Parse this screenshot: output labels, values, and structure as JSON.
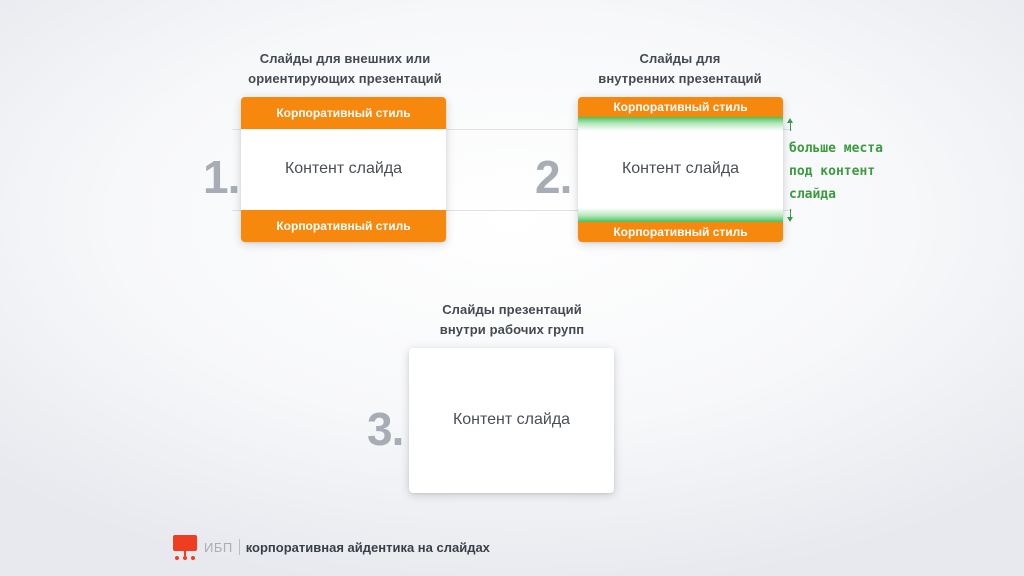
{
  "variants": [
    {
      "number": "1.",
      "caption": [
        "Слайды для внешних или",
        "ориентирующих презентаций"
      ],
      "top_band": "Корпоративный стиль",
      "content": "Контент слайда",
      "bottom_band": "Корпоративный стиль"
    },
    {
      "number": "2.",
      "caption": [
        "Слайды для",
        "внутренних презентаций"
      ],
      "top_band": "Корпоративный стиль",
      "content": "Контент слайда",
      "bottom_band": "Корпоративный стиль",
      "note": [
        "больше места",
        "под контент",
        "слайда"
      ]
    },
    {
      "number": "3.",
      "caption": [
        "Слайды презентаций",
        "внутри рабочих групп"
      ],
      "content": "Контент слайда"
    }
  ],
  "colors": {
    "corporate_band": "#f6880e",
    "highlight_green": "#45c25a",
    "note_green": "#3b9a3f",
    "logo_red": "#ee3d1f",
    "number_gray": "#a8adb5"
  },
  "footer": {
    "logo_icon": "presentation-screen-icon",
    "brand": "ИБП",
    "text": "корпоративная айдентика на слайдах"
  }
}
